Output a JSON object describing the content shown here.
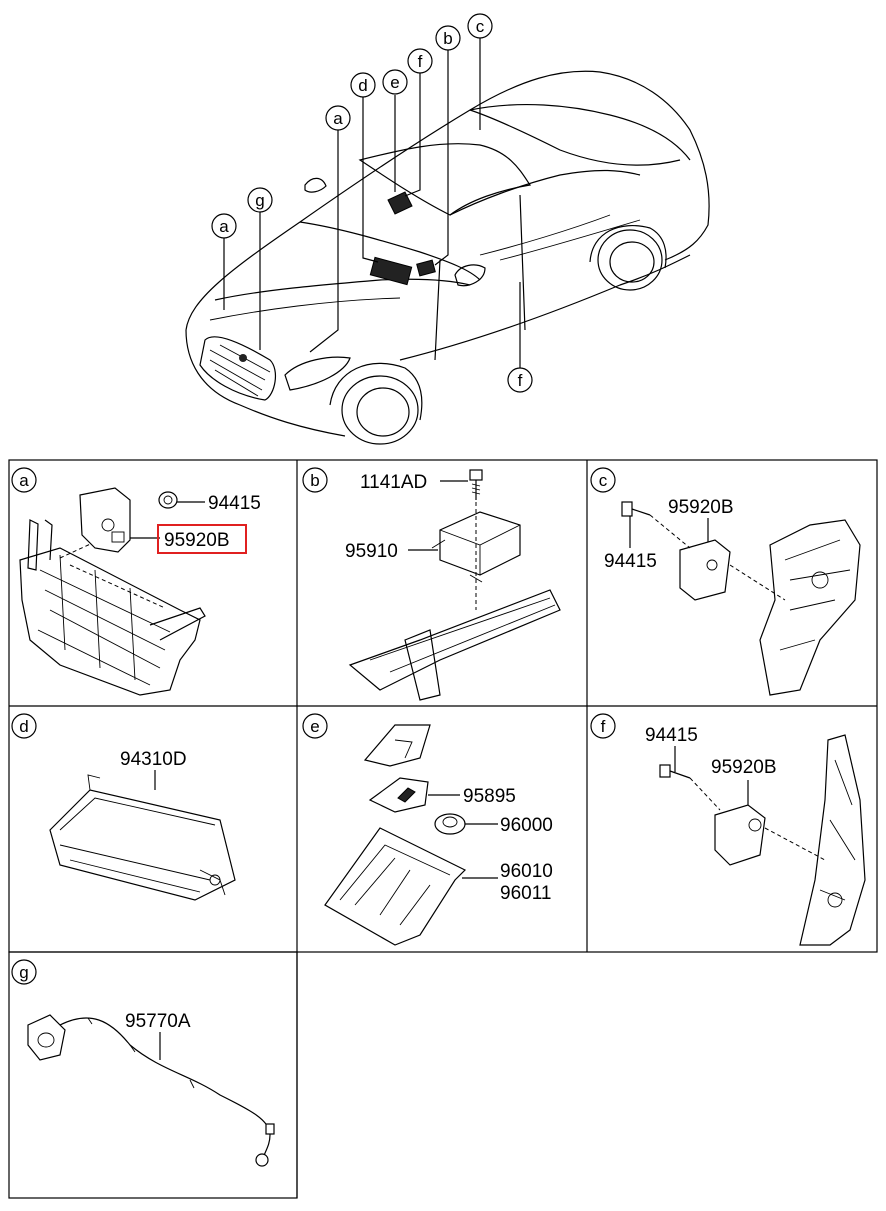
{
  "callouts": {
    "car": [
      "a",
      "g",
      "d",
      "e",
      "f",
      "b",
      "c",
      "f"
    ]
  },
  "panels": [
    {
      "id": "a",
      "parts": [
        "94415",
        "95920B"
      ],
      "highlighted": "95920B"
    },
    {
      "id": "b",
      "parts": [
        "1141AD",
        "95910"
      ]
    },
    {
      "id": "c",
      "parts": [
        "95920B",
        "94415"
      ]
    },
    {
      "id": "d",
      "parts": [
        "94310D"
      ]
    },
    {
      "id": "e",
      "parts": [
        "95895",
        "96000",
        "96010",
        "96011"
      ]
    },
    {
      "id": "f",
      "parts": [
        "94415",
        "95920B"
      ]
    },
    {
      "id": "g",
      "parts": [
        "95770A"
      ]
    }
  ],
  "colors": {
    "highlight": "#e02020",
    "line": "#000000"
  }
}
